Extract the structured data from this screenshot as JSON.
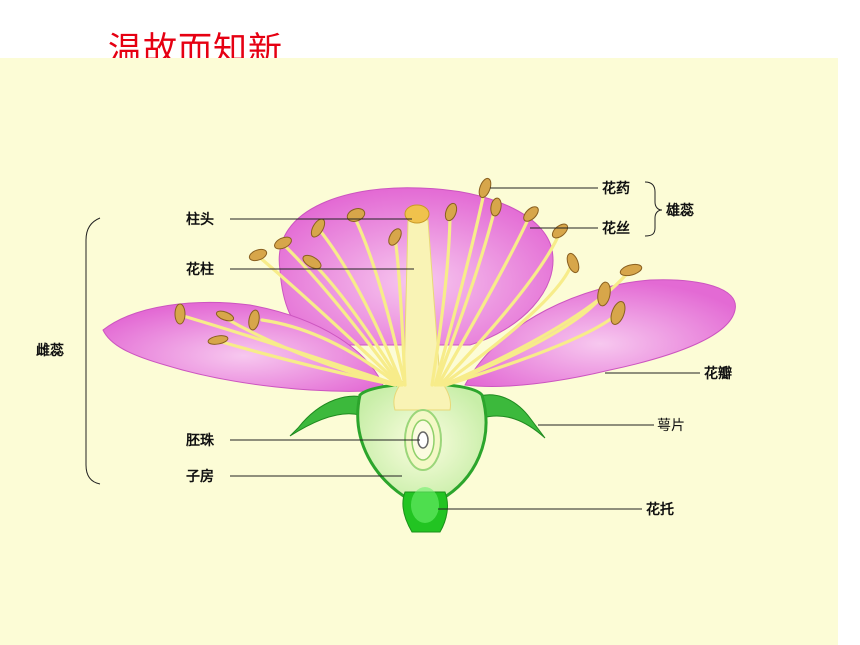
{
  "title": "温故而知新",
  "labels": {
    "stigma": "柱头",
    "style": "花柱",
    "pistil": "雌蕊",
    "ovule": "胚珠",
    "ovary": "子房",
    "anther": "花药",
    "filament": "花丝",
    "stamen": "雄蕊",
    "petal": "花瓣",
    "sepal": "萼片",
    "receptacle": "花托"
  },
  "colors": {
    "title": "#e60012",
    "background": "#fcfcd6",
    "petal": "#ee88dd",
    "sepal": "#3cb93c",
    "filament": "#f7ec8a",
    "anther": "#d7a64a"
  }
}
